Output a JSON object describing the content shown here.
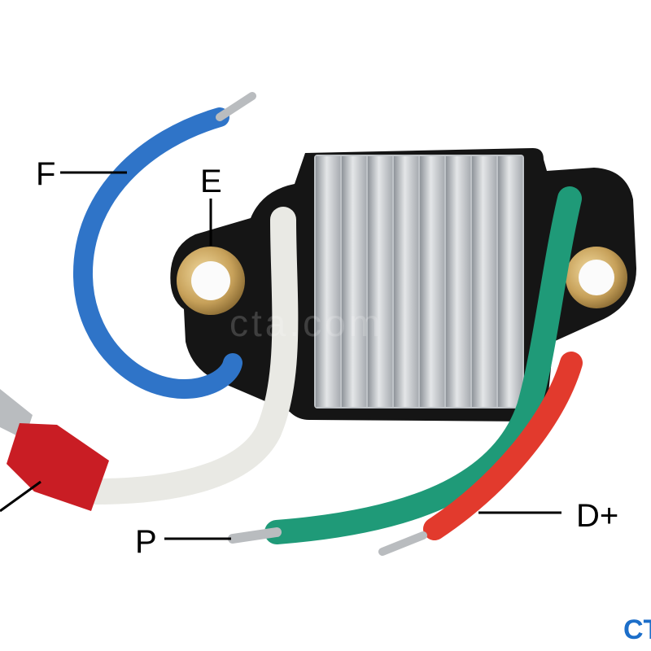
{
  "labels": {
    "f": "F",
    "e": "E",
    "p": "P",
    "d_plus": "D+",
    "cut_left": "-"
  },
  "watermark": {
    "brand": "CT",
    "faint": "cta.com"
  },
  "colors": {
    "background": "#ffffff",
    "housing": "#151515",
    "heatsink": "#c9ccd0",
    "brass": "#c7a15a",
    "wire_blue": "#2f74c8",
    "wire_white": "#e9e9e4",
    "wire_green": "#1f9a78",
    "wire_red": "#e23a2d",
    "terminal_red": "#c91d24",
    "brand_blue": "#1c6ec9"
  }
}
